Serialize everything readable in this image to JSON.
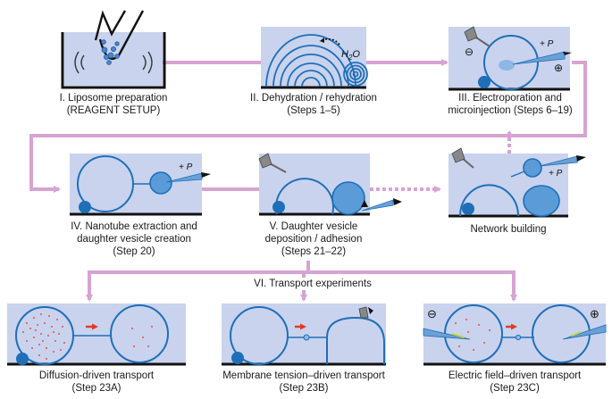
{
  "steps": [
    {
      "title": "I. Liposome preparation",
      "sub": "(REAGENT SETUP)"
    },
    {
      "title": "II. Dehydration / rehydration",
      "sub": "(Steps 1–5)"
    },
    {
      "title": "III. Electroporation and",
      "sub": "microinjection (Steps 6–19)"
    },
    {
      "title": "IV. Nanotube extraction and",
      "sub": "daughter vesicle creation",
      "sub2": "(Step 20)"
    },
    {
      "title": "V. Daughter vesicle",
      "sub": "deposition / adhesion",
      "sub2": "(Steps 21–22)"
    },
    {
      "title": "Network building",
      "sub": ""
    },
    {
      "title": "Diffusion-driven transport",
      "sub": "(Step 23A)"
    },
    {
      "title": "Membrane tension–driven transport",
      "sub": "(Step 23B)"
    },
    {
      "title": "Electric field–driven transport",
      "sub": "(Step 23C)"
    }
  ],
  "transport_heading": "VI. Transport experiments",
  "labels": {
    "water_base": "H",
    "water_sub": "2",
    "water_tail": "O",
    "pressure": "+ P",
    "minus": "⊖",
    "plus": "⊕"
  },
  "colors": {
    "panel": "#c9d3ee",
    "membrane": "#1f6fb8",
    "arrow": "#d7a3d2",
    "dots": "#e8523c",
    "red_arrow": "#e03a25"
  }
}
